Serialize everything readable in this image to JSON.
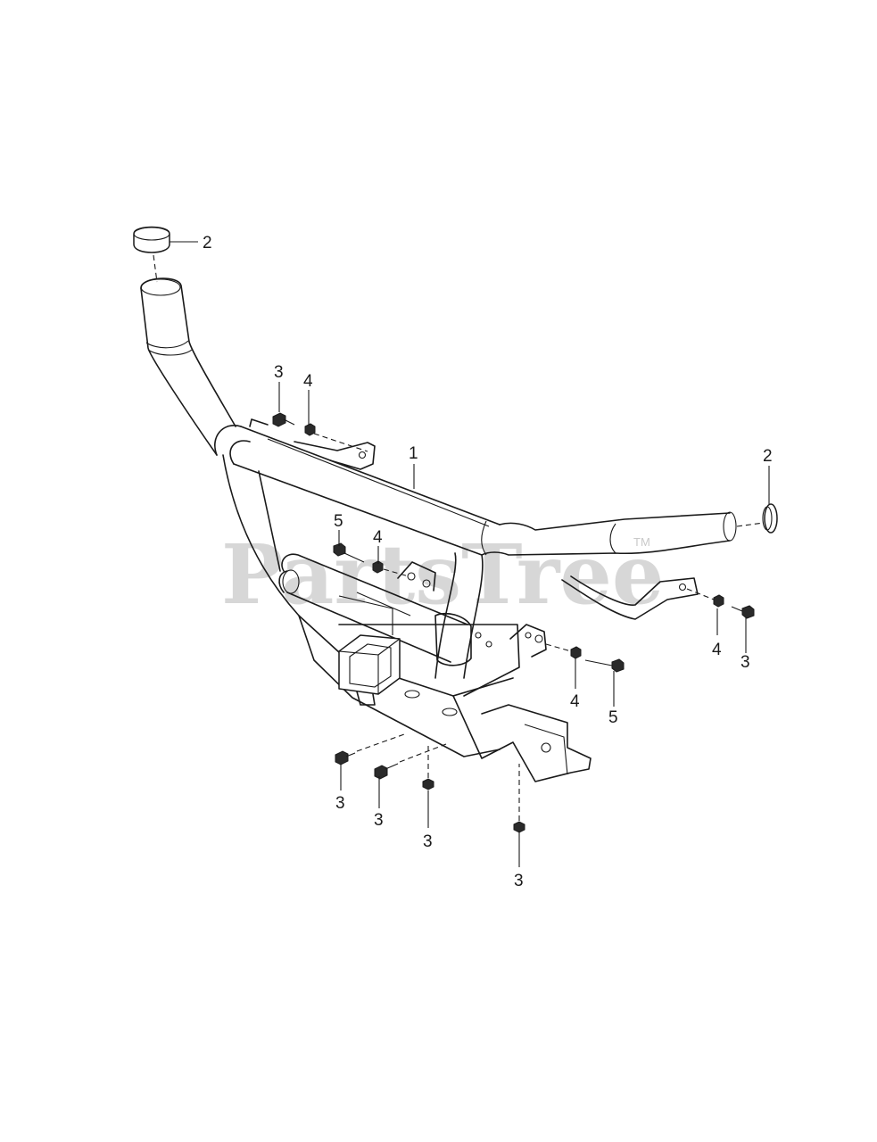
{
  "diagram": {
    "watermark": "PartsTree",
    "watermark_tm": "TM",
    "callouts": {
      "c1": "1",
      "c2_left": "2",
      "c2_right": "2",
      "c3_top": "3",
      "c4_top": "4",
      "c5_mid": "5",
      "c4_mid": "4",
      "c4_right": "4",
      "c3_right": "3",
      "c4_lower": "4",
      "c5_lower": "5",
      "c3_b1": "3",
      "c3_b2": "3",
      "c3_b3": "3",
      "c3_b4": "3"
    }
  }
}
